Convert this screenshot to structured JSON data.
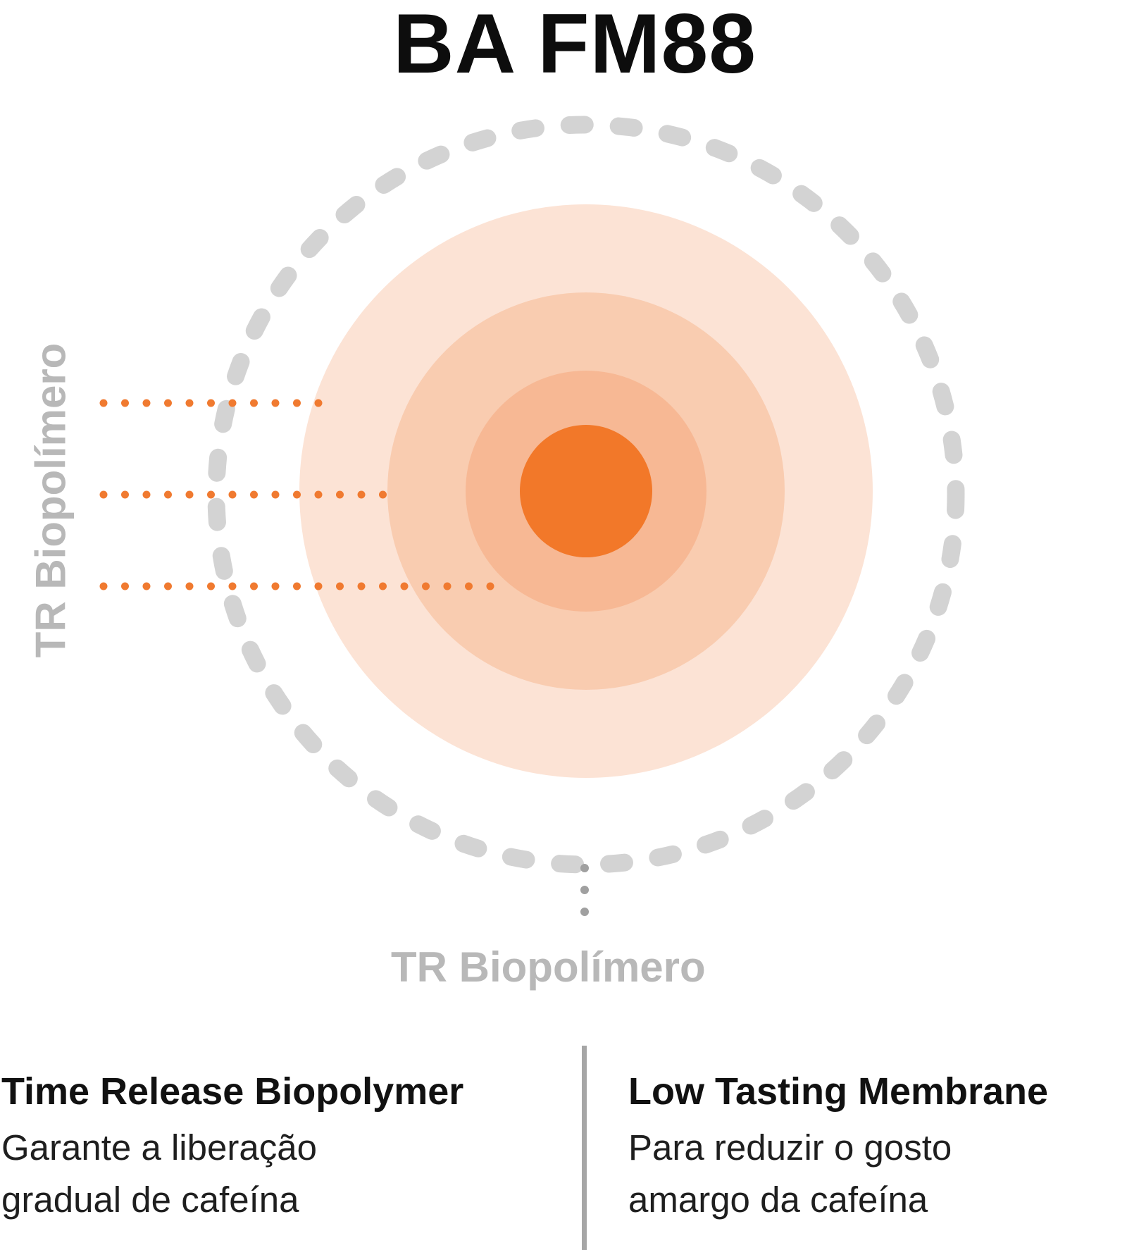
{
  "title": "BA FM88",
  "labels": {
    "side": "TR Biopolímero",
    "bottom": "TR Biopolímero"
  },
  "features": [
    {
      "heading": "Time Release Biopolymer",
      "text": "Garante a liberação\ngradual de cafeína"
    },
    {
      "heading": "Low Tasting Membrane",
      "text": "Para reduzir o gosto\namargo da cafeína"
    }
  ],
  "colors": {
    "core": "#f27829",
    "ring_inner": "#f7b894",
    "ring_middle": "#f9ccb0",
    "ring_outer": "#fce3d5",
    "dashed_outline": "#d3d3d3",
    "pointer_dots": "#f07a30",
    "bottom_pointer_dots": "#a0a0a0",
    "label_gray": "#b8b8b8"
  }
}
